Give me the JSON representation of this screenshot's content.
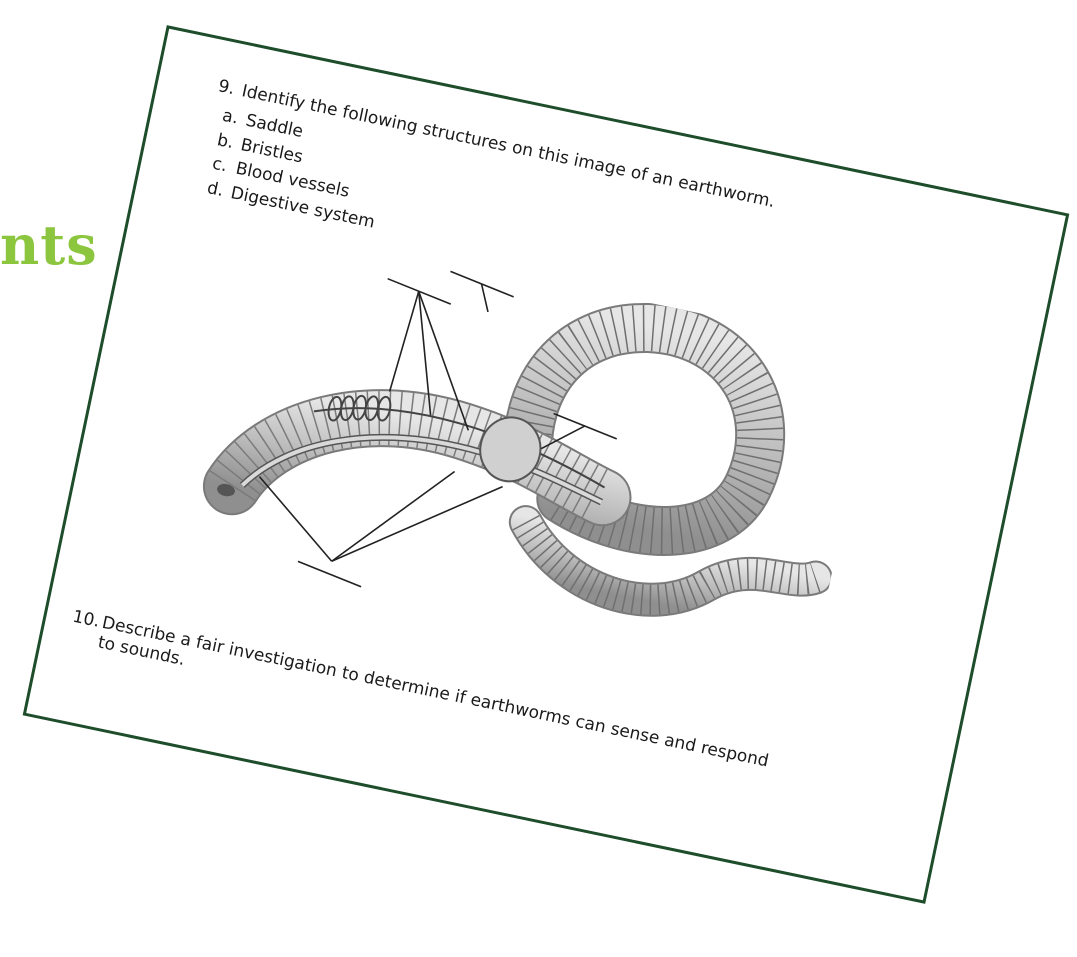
{
  "background": {
    "heading_fragment": "nts",
    "heading_color": "#8cc63f",
    "border_color": "#1e4d2b"
  },
  "worksheet": {
    "question9": {
      "number": "9.",
      "text": "Identify the following structures on this image of an earthworm.",
      "options": [
        {
          "letter": "a.",
          "label": "Saddle"
        },
        {
          "letter": "b.",
          "label": "Bristles"
        },
        {
          "letter": "c.",
          "label": "Blood vessels"
        },
        {
          "letter": "d.",
          "label": "Digestive system"
        }
      ]
    },
    "figure": {
      "icon": "earthworm-illustration",
      "label_blanks": 4
    },
    "question10": {
      "number": "10.",
      "text_line1": "Describe a fair investigation to determine if earthworms can sense and respond",
      "text_line2": "to sounds."
    }
  }
}
